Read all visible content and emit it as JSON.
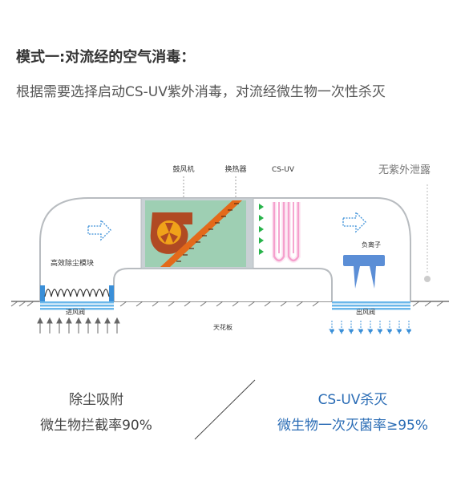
{
  "header": {
    "title": "模式一:对流经的空气消毒：",
    "description": "根据需要选择启动CS-UV紫外消毒，对流经微生物一次性杀灭"
  },
  "diagram": {
    "labels": {
      "blower": "鼓风机",
      "heat_exchanger": "换热器",
      "cs_uv": "CS-UV",
      "no_uv_leak": "无紫外泄露",
      "filter_module": "高效除尘模块",
      "intake_valve": "进风阀",
      "ceiling": "天花板",
      "outlet_valve": "出风阀",
      "negative_ion": "负离子"
    },
    "colors": {
      "outline": "#b8bcc0",
      "duct_fill": "#ffffff",
      "unit_green": "#9ecfb3",
      "fan_brown": "#b04a23",
      "fan_yellow": "#f0a21a",
      "exchanger": "#e36a1a",
      "uv_pink": "#f06ab0",
      "arrow_blue": "#3a8fd8",
      "ion_blue": "#5b8ed6",
      "dot_green": "#27b34a"
    }
  },
  "bottom": {
    "left_line1": "除尘吸附",
    "left_line2": "微生物拦截率90%",
    "right_line1": "CS-UV杀灭",
    "right_line2": "微生物一次灭菌率≥95%"
  }
}
